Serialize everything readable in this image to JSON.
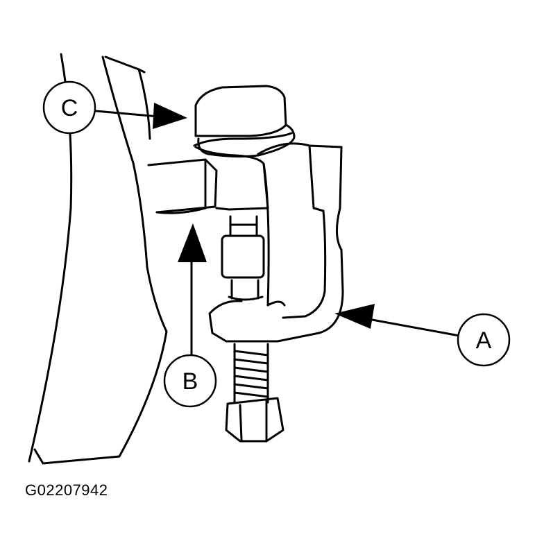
{
  "callouts": {
    "a": "A",
    "b": "B",
    "c": "C"
  },
  "figure_id": "G02207942",
  "colors": {
    "ink": "#000000",
    "paper": "#ffffff"
  }
}
